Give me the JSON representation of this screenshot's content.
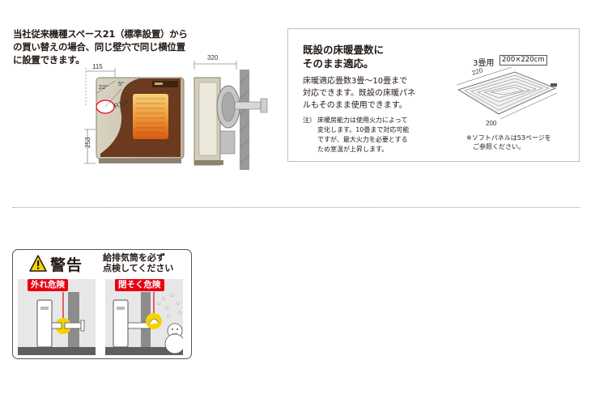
{
  "left": {
    "caption": "当社従来機種スペース21（標準設置）から\nの買い替えの場合、同じ壁穴で同じ横位置\nに設置できます。",
    "dims": {
      "width_115": "115",
      "angle_22": "22°",
      "angle_5": "5°",
      "radius": "R119",
      "height_253": "253",
      "depth_320": "320"
    }
  },
  "panel": {
    "heading": "既設の床暖畳数に\nそのまま適応。",
    "body": "床暖適応畳数3畳〜10畳まで\n対応できます。既設の床暖パネ\nルもそのまま使用できます。",
    "note_mark": "注）",
    "note": "床暖房能力は使用火力によって\n変化します。10畳まで対応可能\nですが、最大火力を必要とする\nため室温が上昇します。",
    "size_label": "3畳用",
    "size_box": "200×220cm",
    "dim_220": "220",
    "dim_200": "200",
    "ref": "※ソフトパネルは53ページを\n　ご参照ください。"
  },
  "warning": {
    "title": "警告",
    "message": "給排気筒を必ず\n点検してください",
    "danger_left": "外れ危険",
    "danger_right": "閉そく危険"
  },
  "colors": {
    "danger_red": "#e60012",
    "caution_yellow": "#f5d400",
    "heater_brown": "#6b3a1f",
    "flame_orange": "#e8731a"
  }
}
